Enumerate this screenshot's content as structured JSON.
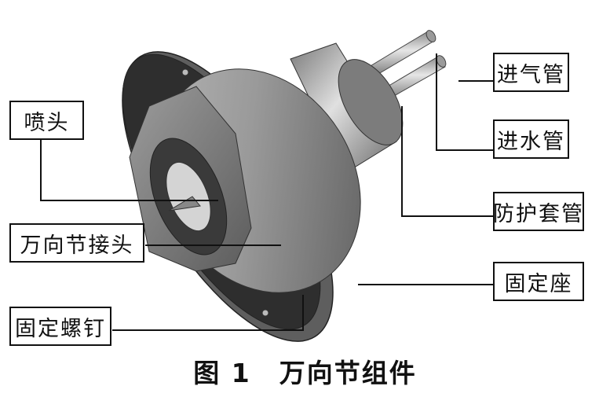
{
  "figure": {
    "caption_prefix": "图 1",
    "caption_title": "万向节组件"
  },
  "labels": {
    "nozzle": "喷头",
    "universal_joint": "万向节接头",
    "fixing_screw": "固定螺钉",
    "air_inlet_pipe": "进气管",
    "water_inlet_pipe": "进水管",
    "protective_sleeve": "防护套管",
    "fixing_seat": "固定座"
  }
}
